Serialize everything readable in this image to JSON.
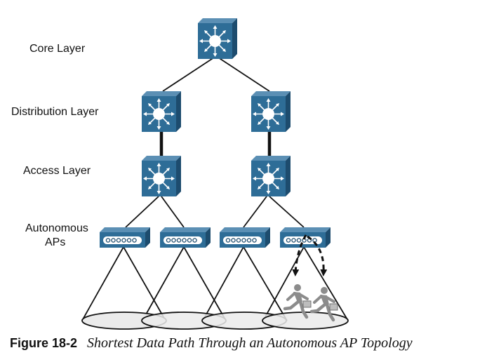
{
  "layers": {
    "core": "Core Layer",
    "distribution": "Distribution Layer",
    "access": "Access Layer",
    "aps_line1": "Autonomous",
    "aps_line2": "APs"
  },
  "caption": {
    "number": "Figure 18-2",
    "text": "Shortest Data Path Through an Autonomous AP Topology"
  },
  "icons": {
    "switch": "multilayer-switch-icon",
    "access_point": "access-point-icon",
    "user": "running-user-icon"
  },
  "colors": {
    "switch_fill": "#2e6d97",
    "switch_side": "#1d4c6e",
    "coverage_fill": "#ebebeb",
    "user_gray": "#8c8c8c"
  }
}
